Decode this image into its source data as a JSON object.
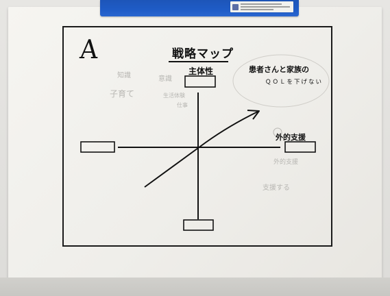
{
  "sheet": {
    "corner_letter": "A",
    "title": "戦略マップ",
    "top_label": "主体性",
    "right_label": "外的支援",
    "goal_note": {
      "line1": "患者さんと家族の",
      "line2": "ＱＯＬを下げない"
    },
    "faint_notes": {
      "note1": "知識",
      "note2": "意識",
      "note3": "子育て",
      "note4": "生活体験",
      "note5": "仕事",
      "note6": "外的支援",
      "note7": "支援する"
    }
  },
  "colors": {
    "paper": "#f3f2ee",
    "ink": "#111111",
    "folder_blue": "#1f5cc7",
    "faint_pencil": "#b8b7b3"
  }
}
